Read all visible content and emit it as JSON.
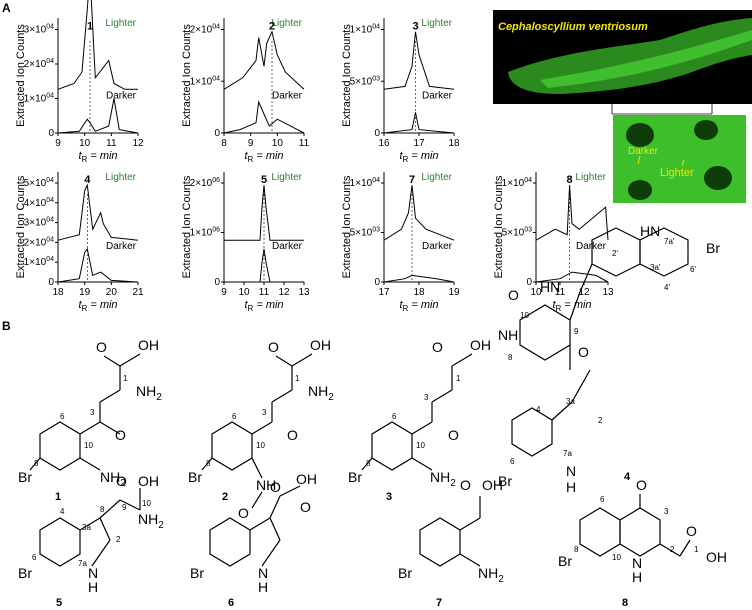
{
  "section_labels": {
    "a": "A",
    "b": "B"
  },
  "shark_photo": {
    "species_label": "Cephaloscyllium ventriosum"
  },
  "inset_photo": {
    "darker_label": "Darker",
    "lighter_label": "Lighter"
  },
  "chart_common": {
    "ylabel": "Extracted Ion Counts",
    "xlabel_t": "t",
    "xlabel_sub": "R",
    "xlabel_rest": " = min",
    "lighter_label": "Lighter",
    "darker_label": "Darker"
  },
  "chart_data": [
    {
      "type": "line",
      "compound": "1",
      "x_ticks": [
        "9",
        "10",
        "11",
        "12"
      ],
      "y_ticks": [
        "0",
        "1×10",
        "2×10",
        "3×10"
      ],
      "y_exponent": "04",
      "series": [
        {
          "name": "Lighter",
          "x": [
            9.0,
            9.6,
            9.9,
            10.1,
            10.2,
            10.4,
            10.9,
            11.1,
            11.5,
            12.0
          ],
          "y": [
            0,
            0.1,
            0.3,
            1.4,
            2.0,
            0.2,
            0.5,
            0.1,
            0,
            0
          ]
        },
        {
          "name": "Darker",
          "x": [
            9.0,
            9.8,
            10.1,
            10.2,
            10.4,
            10.9,
            11.1,
            11.3,
            12.0
          ],
          "y": [
            0,
            0.05,
            0.4,
            0.3,
            0.05,
            0.2,
            1.0,
            0.1,
            0
          ]
        }
      ]
    },
    {
      "type": "line",
      "compound": "2",
      "x_ticks": [
        "8",
        "9",
        "10",
        "11"
      ],
      "y_ticks": [
        "0",
        "1×10",
        "2×10"
      ],
      "y_exponent": "04",
      "series": [
        {
          "name": "Lighter",
          "x": [
            8.0,
            8.7,
            9.2,
            9.3,
            9.5,
            9.6,
            9.8,
            10.0,
            10.3,
            11.0
          ],
          "y": [
            0,
            0.2,
            0.5,
            0.9,
            0.4,
            0.8,
            1.0,
            0.6,
            0.3,
            0
          ]
        },
        {
          "name": "Darker",
          "x": [
            8.0,
            8.6,
            9.2,
            9.3,
            9.7,
            10.0,
            11.0
          ],
          "y": [
            0,
            0.1,
            0.3,
            0.9,
            0.2,
            0.4,
            0
          ]
        }
      ]
    },
    {
      "type": "line",
      "compound": "3",
      "x_ticks": [
        "16",
        "17",
        "18"
      ],
      "y_ticks": [
        "0",
        "5×10",
        "1×10"
      ],
      "y_exponents": [
        "",
        "03",
        "04"
      ],
      "series": [
        {
          "name": "Lighter",
          "x": [
            16.0,
            16.6,
            16.8,
            16.9,
            17.0,
            17.3,
            18.0
          ],
          "y": [
            0,
            0.05,
            0.4,
            1.0,
            0.6,
            0.05,
            0
          ]
        },
        {
          "name": "Darker",
          "x": [
            16.0,
            16.8,
            16.9,
            17.0,
            18.0
          ],
          "y": [
            0,
            0.1,
            0.6,
            0.1,
            0
          ]
        }
      ]
    },
    {
      "type": "line",
      "compound": "4",
      "x_ticks": [
        "18",
        "19",
        "20",
        "21"
      ],
      "y_ticks": [
        "0",
        "1×10",
        "2×10",
        "3×10",
        "4×10",
        "5×10"
      ],
      "y_exponent": "04",
      "series": [
        {
          "name": "Lighter",
          "x": [
            18.0,
            18.8,
            19.0,
            19.1,
            19.3,
            19.6,
            19.7,
            20.0,
            21.0
          ],
          "y": [
            0,
            0.1,
            0.9,
            1.0,
            0.2,
            0.5,
            0.3,
            0.05,
            0
          ]
        },
        {
          "name": "Darker",
          "x": [
            18.0,
            18.8,
            19.0,
            19.1,
            19.3,
            19.6,
            20.0,
            21.0
          ],
          "y": [
            0,
            0.1,
            0.9,
            1.0,
            0.2,
            0.3,
            0.05,
            0
          ]
        }
      ]
    },
    {
      "type": "line",
      "compound": "5",
      "x_ticks": [
        "9",
        "10",
        "11",
        "12",
        "13"
      ],
      "y_ticks": [
        "0",
        "1×10",
        "2×10"
      ],
      "y_exponent": "06",
      "series": [
        {
          "name": "Lighter",
          "x": [
            9.0,
            10.8,
            10.9,
            11.0,
            11.1,
            11.3,
            13.0
          ],
          "y": [
            0,
            0,
            0.6,
            1.0,
            0.6,
            0,
            0
          ]
        },
        {
          "name": "Darker",
          "x": [
            9.0,
            10.8,
            10.9,
            11.0,
            11.1,
            11.3,
            13.0
          ],
          "y": [
            0,
            0,
            0.6,
            1.0,
            0.6,
            0,
            0
          ]
        }
      ]
    },
    {
      "type": "line",
      "compound": "7",
      "x_ticks": [
        "17",
        "18",
        "19"
      ],
      "y_ticks": [
        "0",
        "5×10",
        "1×10"
      ],
      "y_exponents": [
        "",
        "03",
        "04"
      ],
      "series": [
        {
          "name": "Lighter",
          "x": [
            17.0,
            17.5,
            17.7,
            17.8,
            17.9,
            18.2,
            19.0
          ],
          "y": [
            0,
            0.2,
            0.5,
            1.0,
            0.4,
            0.2,
            0
          ]
        },
        {
          "name": "Darker",
          "x": [
            17.0,
            17.6,
            17.8,
            18.5,
            19.0
          ],
          "y": [
            0,
            0.1,
            0.2,
            0.1,
            0
          ]
        }
      ]
    },
    {
      "type": "line",
      "compound": "8",
      "x_ticks": [
        "10",
        "11",
        "12",
        "13"
      ],
      "y_ticks": [
        "0",
        "5×10",
        "1×10"
      ],
      "y_exponents": [
        "",
        "03",
        "04"
      ],
      "series": [
        {
          "name": "Lighter",
          "x": [
            10.0,
            10.8,
            11.3,
            11.4,
            11.5,
            11.8,
            12.9,
            13.0
          ],
          "y": [
            0,
            0.2,
            0.1,
            1.0,
            0.3,
            0.2,
            0.6,
            0
          ]
        },
        {
          "name": "Darker",
          "x": [
            10.0,
            11.0,
            11.5,
            12.5,
            13.0
          ],
          "y": [
            0,
            0.1,
            0.3,
            0.2,
            0
          ]
        }
      ]
    }
  ],
  "compounds": {
    "c1": {
      "label": "1"
    },
    "c2": {
      "label": "2"
    },
    "c3": {
      "label": "3"
    },
    "c4": {
      "label": "4"
    },
    "c5": {
      "label": "5"
    },
    "c6": {
      "label": "6"
    },
    "c7": {
      "label": "7"
    },
    "c8": {
      "label": "8"
    }
  },
  "atoms": {
    "oh": "OH",
    "o": "O",
    "nh2": "NH",
    "sub2": "2",
    "br": "Br",
    "nh": "NH",
    "hn": "HN",
    "n": "N",
    "h": "H"
  },
  "positions": {
    "p1": "1",
    "p2": "2",
    "p3": "3",
    "p4": "4",
    "p6": "6",
    "p8": "8",
    "p9": "9",
    "p10": "10",
    "p3a": "3a",
    "p7a": "7a",
    "p2p": "2'",
    "p3ap": "3a'",
    "p4p": "4'",
    "p6p": "6'",
    "p7ap": "7a'"
  },
  "colors": {
    "lighter": "#2e7d32",
    "photo_green": "#3cbf2a",
    "label_yellow": "#f2e600"
  }
}
